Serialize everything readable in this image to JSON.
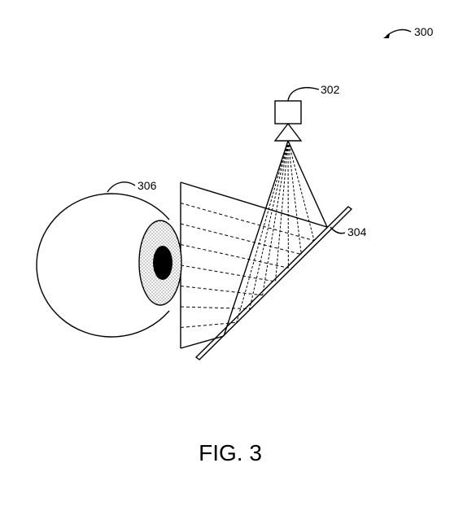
{
  "figure": {
    "caption": "FIG. 3",
    "labels": {
      "figure_ref": "300",
      "projector_ref": "302",
      "combiner_ref": "304",
      "eye_ref": "306"
    },
    "ink_color": "#000000",
    "background_color": "#ffffff",
    "components": [
      {
        "name": "projector",
        "icon": "projector-icon"
      },
      {
        "name": "combiner",
        "icon": "combiner-plate"
      },
      {
        "name": "eye",
        "icon": "eye-icon"
      }
    ]
  }
}
